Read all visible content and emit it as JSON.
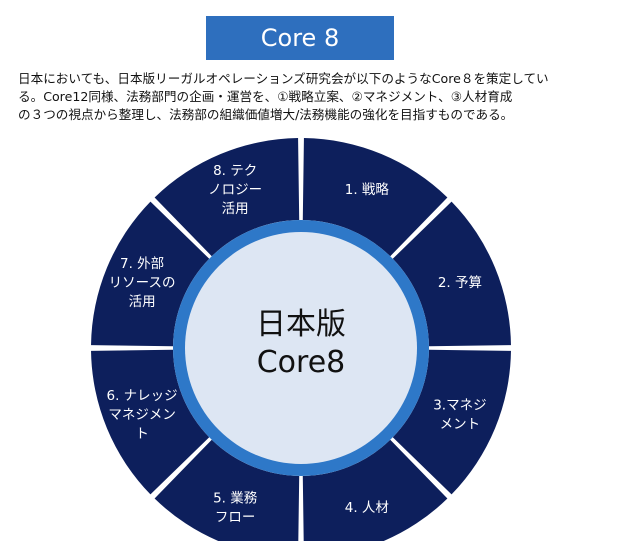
{
  "title": "Core 8",
  "description_lines": [
    "日本においても、日本版リーガルオペレーションズ研究会が以下のようなCore８を策定してい",
    "る。Core12同様、法務部門の企画・運営を、①戦略立案、②マネジメント、③人材育成",
    "の３つの視点から整理し、法務部の組織価値増大/法務機能の強化を目指すものである。"
  ],
  "center": {
    "line1": "日本版",
    "line2": "Core8"
  },
  "segments": [
    {
      "lines": [
        "1. 戦略"
      ]
    },
    {
      "lines": [
        "2. 予算"
      ]
    },
    {
      "lines": [
        "3.マネジ",
        "メント"
      ]
    },
    {
      "lines": [
        "4. 人材"
      ]
    },
    {
      "lines": [
        "5. 業務",
        "フロー"
      ]
    },
    {
      "lines": [
        "6. ナレッジ",
        "マネジメン",
        "ト"
      ]
    },
    {
      "lines": [
        "7. 外部",
        "リソースの",
        "活用"
      ]
    },
    {
      "lines": [
        "8. テク",
        "ノロジー",
        "活用"
      ]
    }
  ],
  "colors": {
    "segment_fill": "#0d1f5c",
    "ring": "#2e78c8",
    "center_fill": "#dde6f3",
    "title_fill": "#2e6fbe"
  }
}
